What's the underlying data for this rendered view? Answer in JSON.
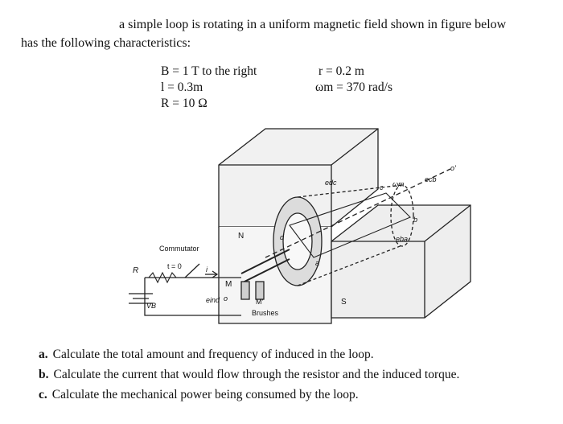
{
  "intro": {
    "line1": "a simple loop is rotating in a uniform magnetic field shown in figure below",
    "line2": "has the following characteristics:"
  },
  "params": {
    "B": "B = 1 T to the right",
    "l": "l = 0.3m",
    "R": "R = 10 Ω",
    "r": "r = 0.2 m",
    "w": "ωm = 370 rad/s"
  },
  "figure": {
    "commutator": "Commutator",
    "brushes": "Brushes",
    "N": "N",
    "S": "S",
    "R": "R",
    "VB": "VB",
    "t0": "t = 0",
    "i": "i",
    "M": "M",
    "Mprime": "M'",
    "eind": "eind",
    "o": "o",
    "d": "d",
    "c": "c",
    "b": "b",
    "a": "a",
    "ecb": "ecb",
    "edc": "edc",
    "ea": "eba",
    "wm": "ωm",
    "oprime": "o'"
  },
  "questions": [
    {
      "letter": "a.",
      "text": "Calculate the total amount and frequency of induced in the loop."
    },
    {
      "letter": "b.",
      "text": "Calculate the current that would flow through the resistor and the induced torque."
    },
    {
      "letter": "c.",
      "text": "Calculate the mechanical power being consumed by the loop."
    }
  ]
}
